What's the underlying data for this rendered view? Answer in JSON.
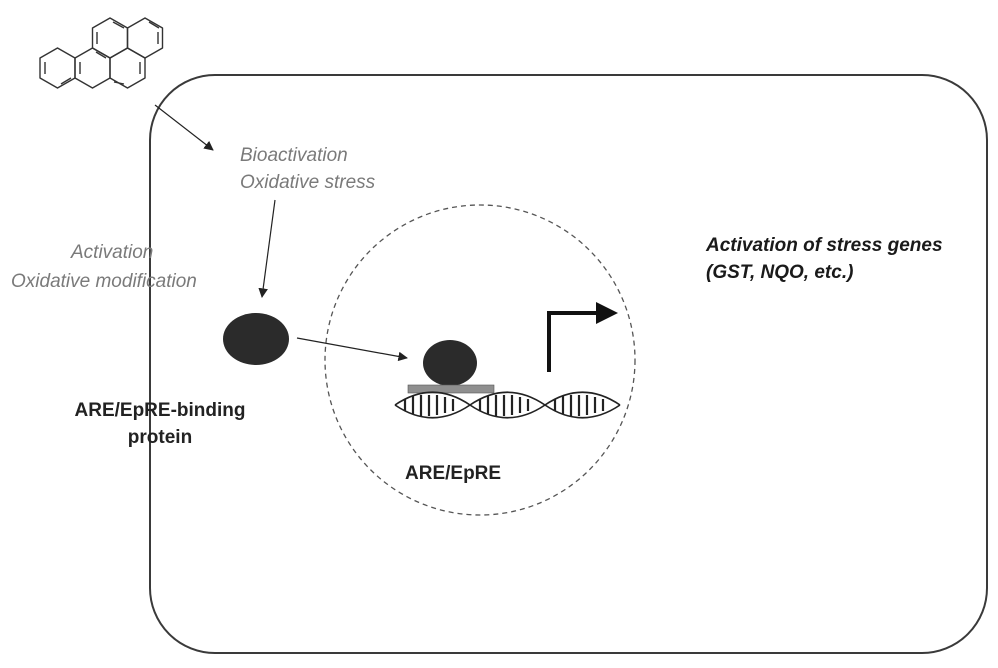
{
  "labels": {
    "bioactivation": "Bioactivation",
    "oxidative_stress": "Oxidative stress",
    "activation": "Activation",
    "oxidative_modification": "Oxidative modification",
    "binding_protein_line1": "ARE/EpRE-binding",
    "binding_protein_line2": "protein",
    "element": "ARE/EpRE",
    "stress_genes_line1": "Activation of stress genes",
    "stress_genes_line2": "(GST, NQO, etc.)"
  },
  "colors": {
    "cell_outline": "#3a3a3a",
    "nucleus_outline": "#555555",
    "protein": "#2b2b2b",
    "binding_bar": "#8f8f8f",
    "text_grey": "#7a7a7a"
  },
  "icons": {
    "molecule": "benzo-a-pyrene-structure",
    "dna": "double-helix",
    "transcription": "transcription-start-arrow"
  }
}
